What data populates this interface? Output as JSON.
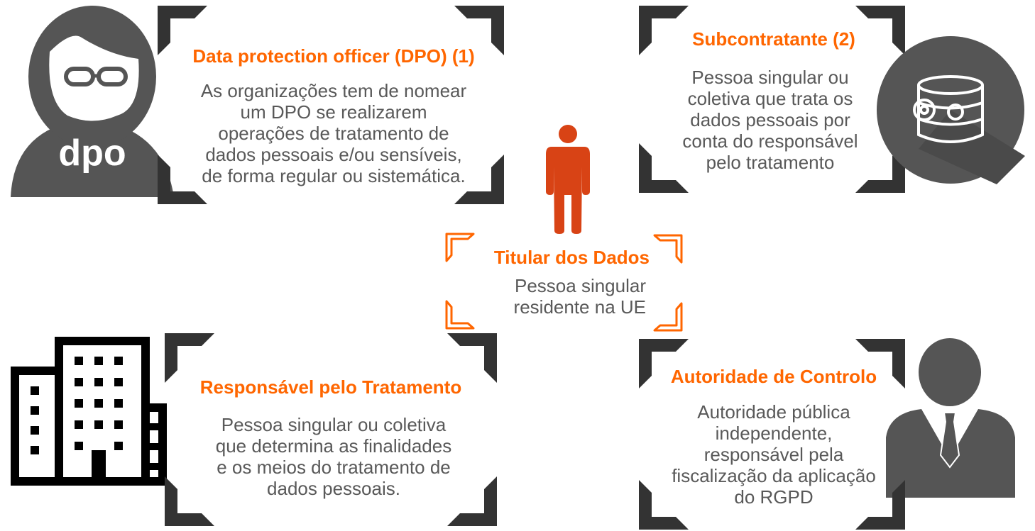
{
  "colors": {
    "accent": "#FF6600",
    "dark": "#333333",
    "text": "#595959",
    "icon": "#555555",
    "person": "#D84315"
  },
  "dpo": {
    "icon_label": "dpo",
    "title": "Data protection officer (DPO) (1)",
    "lines": [
      "As organizações tem de nomear",
      "um DPO se realizarem",
      "operações de tratamento de",
      "dados pessoais e/ou sensíveis,",
      "de forma regular ou sistemática."
    ]
  },
  "sub": {
    "title": "Subcontratante (2)",
    "lines": [
      "Pessoa singular ou",
      "coletiva que trata os",
      "dados pessoais por",
      "conta do responsável",
      "pelo tratamento"
    ]
  },
  "titular": {
    "title": "Titular dos Dados",
    "lines": [
      "Pessoa singular",
      "residente na UE"
    ]
  },
  "resp": {
    "title": "Responsável pelo Tratamento",
    "lines": [
      "Pessoa singular ou coletiva",
      "que determina as finalidades",
      "e os meios do tratamento de",
      "dados pessoais."
    ]
  },
  "aut": {
    "title": "Autoridade de Controlo",
    "lines": [
      "Autoridade pública",
      "independente,",
      "responsável pela",
      "fiscalização da aplicação",
      "do RGPD"
    ]
  }
}
